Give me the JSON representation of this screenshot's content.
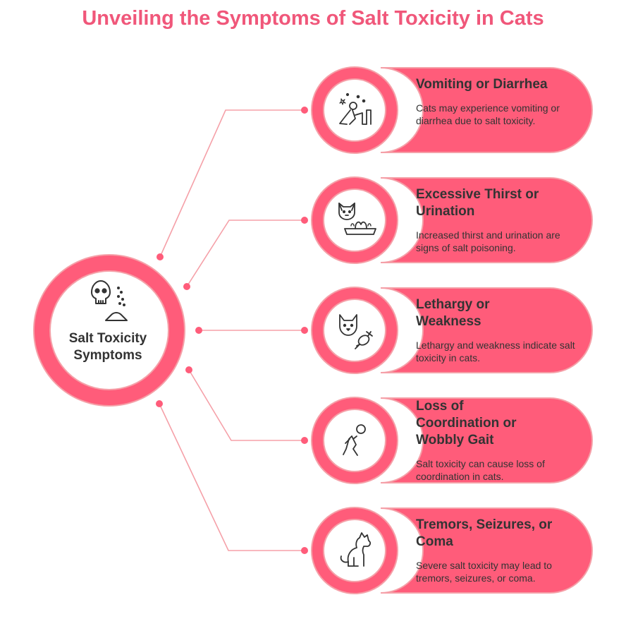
{
  "title": "Unveiling the Symptoms of Salt Toxicity in Cats",
  "hub": {
    "label": "Salt Toxicity Symptoms",
    "icon": "skull-salt-icon"
  },
  "colors": {
    "accent": "#ff5c7a",
    "line": "#f5a0a8",
    "title": "#f0577a",
    "text": "#333333"
  },
  "items": [
    {
      "title": "Vomiting or Diarrhea",
      "desc": "Cats may experience vomiting or diarrhea due to salt toxicity.",
      "icon": "sick-person-icon"
    },
    {
      "title": "Excessive Thirst or Urination",
      "desc": "Increased thirst and urination are signs of salt poisoning.",
      "icon": "cat-fountain-icon"
    },
    {
      "title": "Lethargy or Weakness",
      "desc": "Lethargy and weakness indicate salt toxicity in cats.",
      "icon": "cat-fish-icon"
    },
    {
      "title": "Loss of Coordination or Wobbly Gait",
      "desc": "Salt toxicity can cause loss of coordination in cats.",
      "icon": "stumbling-person-icon"
    },
    {
      "title": "Tremors, Seizures, or Coma",
      "desc": "Severe salt toxicity may lead to tremors, seizures, or coma.",
      "icon": "sitting-cat-icon"
    }
  ]
}
